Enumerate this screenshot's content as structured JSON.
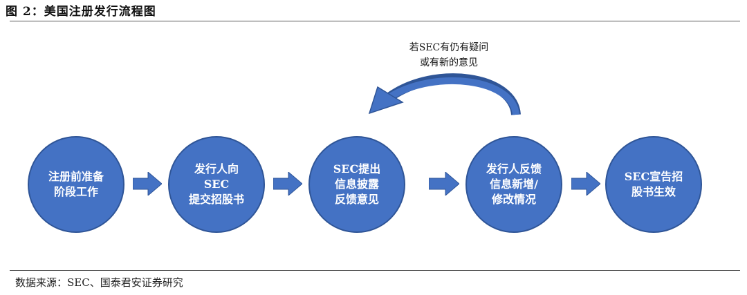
{
  "figure": {
    "title": "图 2：美国注册发行流程图",
    "source": "数据来源：SEC、国泰君安证券研究"
  },
  "diagram": {
    "stages": [
      {
        "label": "注册前准备\n阶段工作"
      },
      {
        "label": "发行人向\nSEC\n提交招股书"
      },
      {
        "label": "SEC提出\n信息披露\n反馈意见"
      },
      {
        "label": "发行人反馈\n信息新增/\n修改情况"
      },
      {
        "label": "SEC宣告招\n股书生效"
      }
    ],
    "feedback_loop": {
      "label": "若SEC有仍有疑问\n或有新的意见"
    },
    "colors": {
      "stage_fill": "#4472c4",
      "stage_border": "#2f5597",
      "arrow": "#4472c4",
      "stage_text": "#ffffff"
    }
  }
}
